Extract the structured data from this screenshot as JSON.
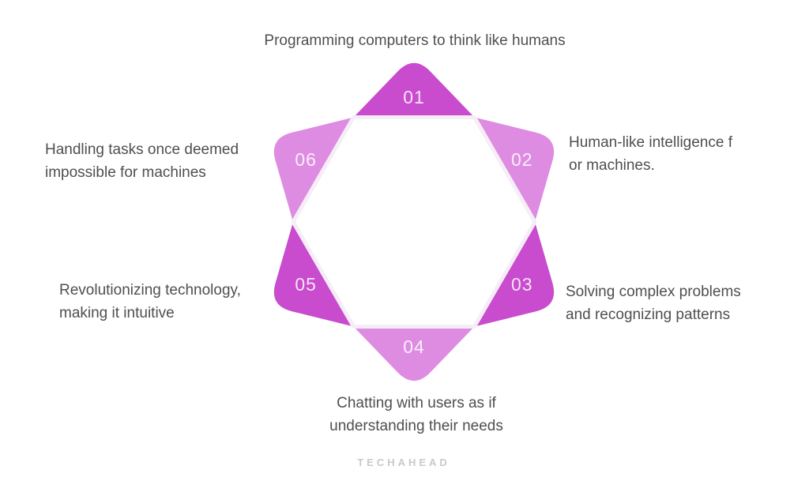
{
  "page": {
    "background": "#ffffff",
    "brand": "TECHAHEAD"
  },
  "star": {
    "colors": {
      "dark": "#c94bce",
      "light": "#de8ce2",
      "number_text": "#ffffff",
      "hexagon_fill": "#ffffff",
      "hexagon_edge": "#f6eef6",
      "label_text": "#4f4f4f"
    },
    "items": [
      {
        "number": "01",
        "shade": "dark",
        "label": "Programming computers to think like humans"
      },
      {
        "number": "02",
        "shade": "light",
        "label": "Human-like intelligence f\nor machines."
      },
      {
        "number": "03",
        "shade": "dark",
        "label": "Solving complex problems\nand recognizing patterns"
      },
      {
        "number": "04",
        "shade": "light",
        "label": "Chatting with users as if\nunderstanding their needs"
      },
      {
        "number": "05",
        "shade": "dark",
        "label": "Revolutionizing technology,\nmaking it intuitive"
      },
      {
        "number": "06",
        "shade": "light",
        "label": "Handling tasks once deemed\nimpossible for machines"
      }
    ]
  }
}
